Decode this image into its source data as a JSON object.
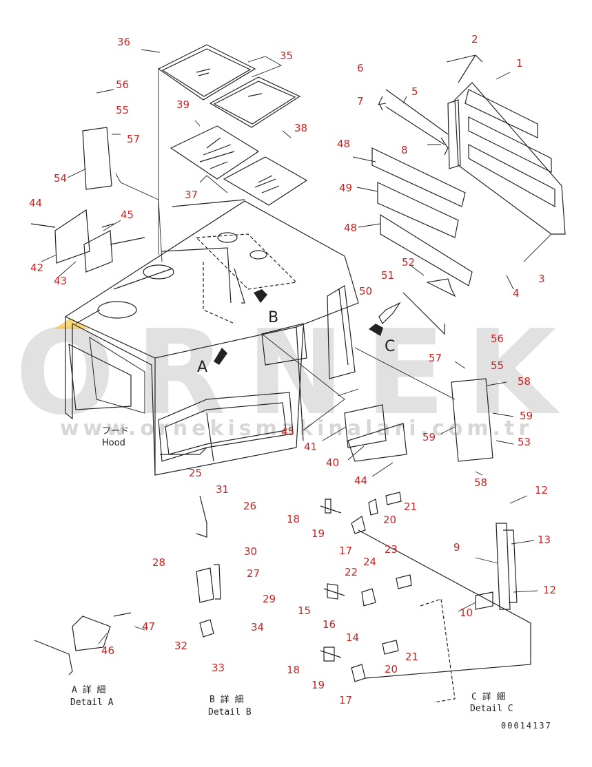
{
  "diagram": {
    "accent_color": "#cc2222",
    "line_color": "#222222",
    "watermark_color": "#c8c8c8",
    "watermark_accent": "#f5c542"
  },
  "part_numbers": {
    "p1": "1",
    "p2": "2",
    "p3": "3",
    "p4": "4",
    "p5": "5",
    "p6": "6",
    "p7": "7",
    "p8": "8",
    "p9": "9",
    "p10": "10",
    "p12a": "12",
    "p12b": "12",
    "p13": "13",
    "p14": "14",
    "p15": "15",
    "p16": "16",
    "p17a": "17",
    "p17b": "17",
    "p18a": "18",
    "p18b": "18",
    "p19a": "19",
    "p19b": "19",
    "p20a": "20",
    "p20b": "20",
    "p21a": "21",
    "p21b": "21",
    "p22": "22",
    "p23": "23",
    "p24": "24",
    "p25": "25",
    "p26": "26",
    "p27": "27",
    "p28": "28",
    "p29": "29",
    "p30": "30",
    "p31": "31",
    "p32": "32",
    "p33": "33",
    "p34": "34",
    "p35": "35",
    "p36": "36",
    "p37": "37",
    "p38": "38",
    "p39": "39",
    "p40": "40",
    "p41": "41",
    "p42": "42",
    "p43": "43",
    "p44a": "44",
    "p44b": "44",
    "p45a": "45",
    "p45b": "45",
    "p46": "46",
    "p47": "47",
    "p48a": "48",
    "p48b": "48",
    "p49": "49",
    "p50": "50",
    "p51": "51",
    "p52": "52",
    "p53": "53",
    "p54": "54",
    "p55a": "55",
    "p55b": "55",
    "p56a": "56",
    "p56b": "56",
    "p57a": "57",
    "p57b": "57",
    "p58a": "58",
    "p58b": "58",
    "p59a": "59",
    "p59b": "59"
  },
  "view_letters": {
    "a": "A",
    "b": "B",
    "c": "C"
  },
  "hood_label": {
    "jp": "フード",
    "en": "Hood"
  },
  "details": {
    "a_jp": "A 詳 細",
    "a_en": "Detail A",
    "b_jp": "B 詳 細",
    "b_en": "Detail B",
    "c_jp": "C 詳 細",
    "c_en": "Detail C"
  },
  "drawing_number": "00014137",
  "watermark": {
    "brand": "ORNEK",
    "url": "www.ornekismakinalari.com.tr"
  }
}
